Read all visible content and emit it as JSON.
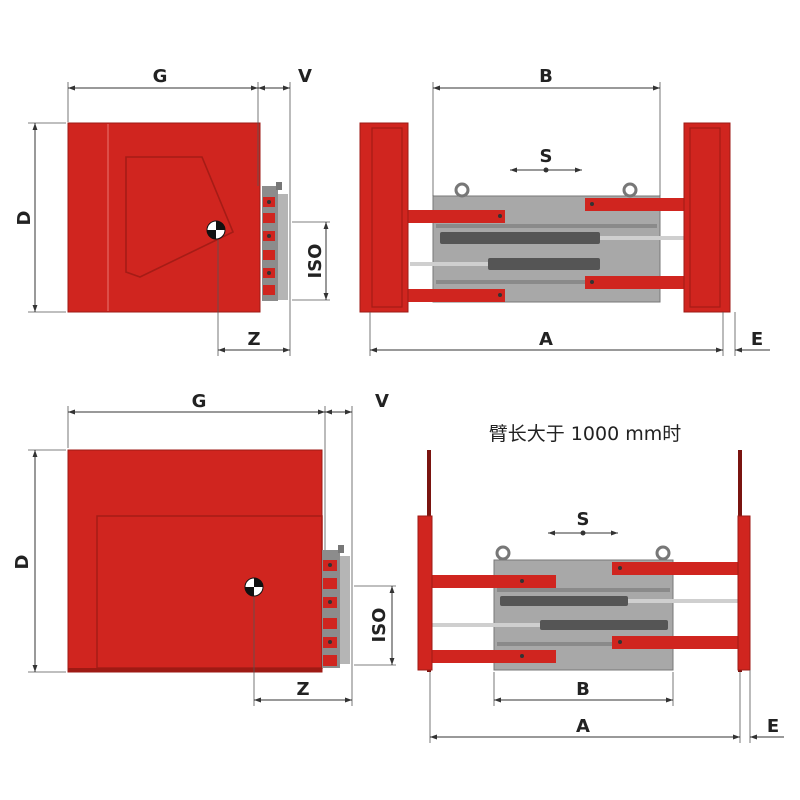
{
  "views": {
    "top_left": {
      "g": "G",
      "v": "V",
      "d": "D",
      "iso": "ISO",
      "z": "Z"
    },
    "top_right": {
      "b": "B",
      "s": "S",
      "a": "A",
      "e": "E"
    },
    "bottom_left": {
      "g": "G",
      "v": "V",
      "d": "D",
      "iso": "ISO",
      "z": "Z"
    },
    "bottom_right": {
      "caption": "臂长大于 1000 mm时",
      "s": "S",
      "b": "B",
      "a": "A",
      "e": "E"
    }
  },
  "colors": {
    "clamp_red": "#d0251f",
    "clamp_red_dark": "#9e1a14",
    "frame_grey": "#a8a8a8",
    "cylinder_grey": "#555555",
    "dimension_line": "#333333"
  }
}
